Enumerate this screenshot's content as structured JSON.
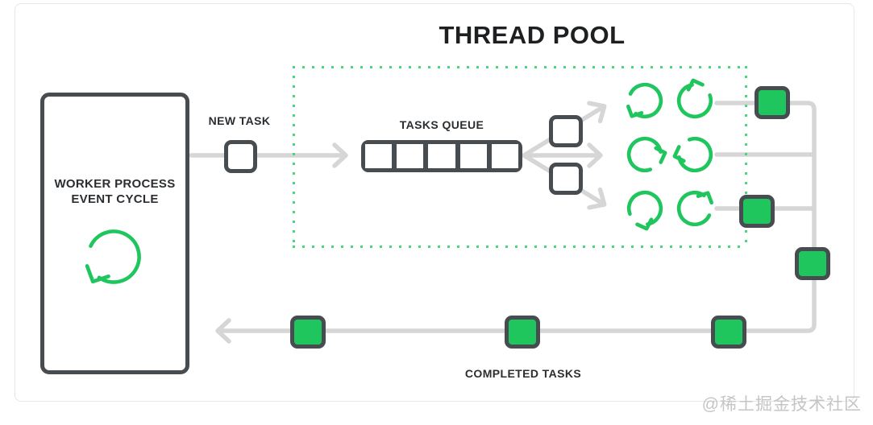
{
  "title": "THREAD POOL",
  "worker": {
    "label": "WORKER PROCESS EVENT CYCLE",
    "line1": "WORKER PROCESS",
    "line2": "EVENT CYCLE",
    "icon": "cycle-arrow-icon"
  },
  "labels": {
    "new_task": "NEW TASK",
    "tasks_queue": "TASKS QUEUE",
    "completed_tasks": "COMPLETED TASKS"
  },
  "queue": {
    "cell_count": 5,
    "pending_out_squares": 2
  },
  "threads": {
    "count": 6,
    "icon": "cycle-arrow-icon",
    "rows": 3,
    "cols": 2
  },
  "completed": {
    "squares_on_return_path": 3,
    "squares_on_right_bus": 3
  },
  "colors": {
    "green": "#1fc55d",
    "dot_green": "#4ad77c",
    "dark_border": "#474c50",
    "wire_gray": "#d6d6d6",
    "text": "#2b2e31"
  },
  "watermark": "@稀土掘金技术社区"
}
